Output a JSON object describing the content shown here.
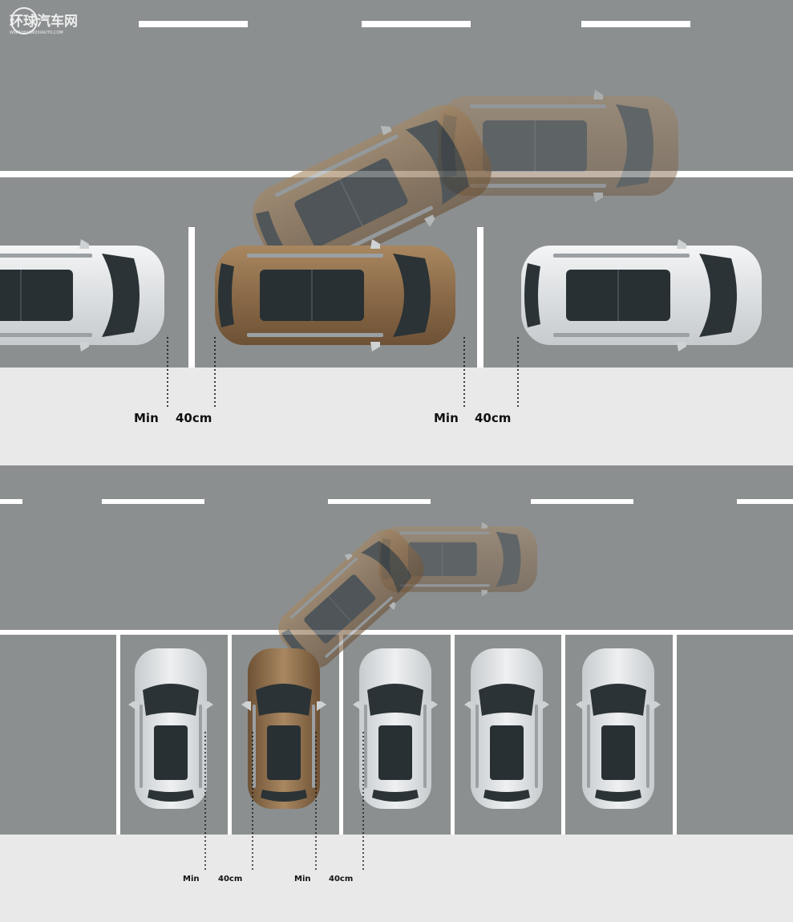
{
  "watermark": {
    "text": "环球汽车网",
    "subtext": "WWW.HUANQIUAUTO.COM"
  },
  "colors": {
    "road": "#8c8f90",
    "sidewalk": "#e9e9e9",
    "marking": "#ffffff",
    "car_white": "#e3e5e7",
    "car_bronze": "#8a6a48",
    "glass": "#2b3336"
  },
  "diagrams": {
    "parallel_parking": {
      "labels": [
        {
          "min": "Min",
          "distance": "40cm"
        },
        {
          "min": "Min",
          "distance": "40cm"
        }
      ]
    },
    "perpendicular_parking": {
      "labels": [
        {
          "min": "Min",
          "distance": "40cm"
        },
        {
          "min": "Min",
          "distance": "40cm"
        }
      ]
    }
  }
}
